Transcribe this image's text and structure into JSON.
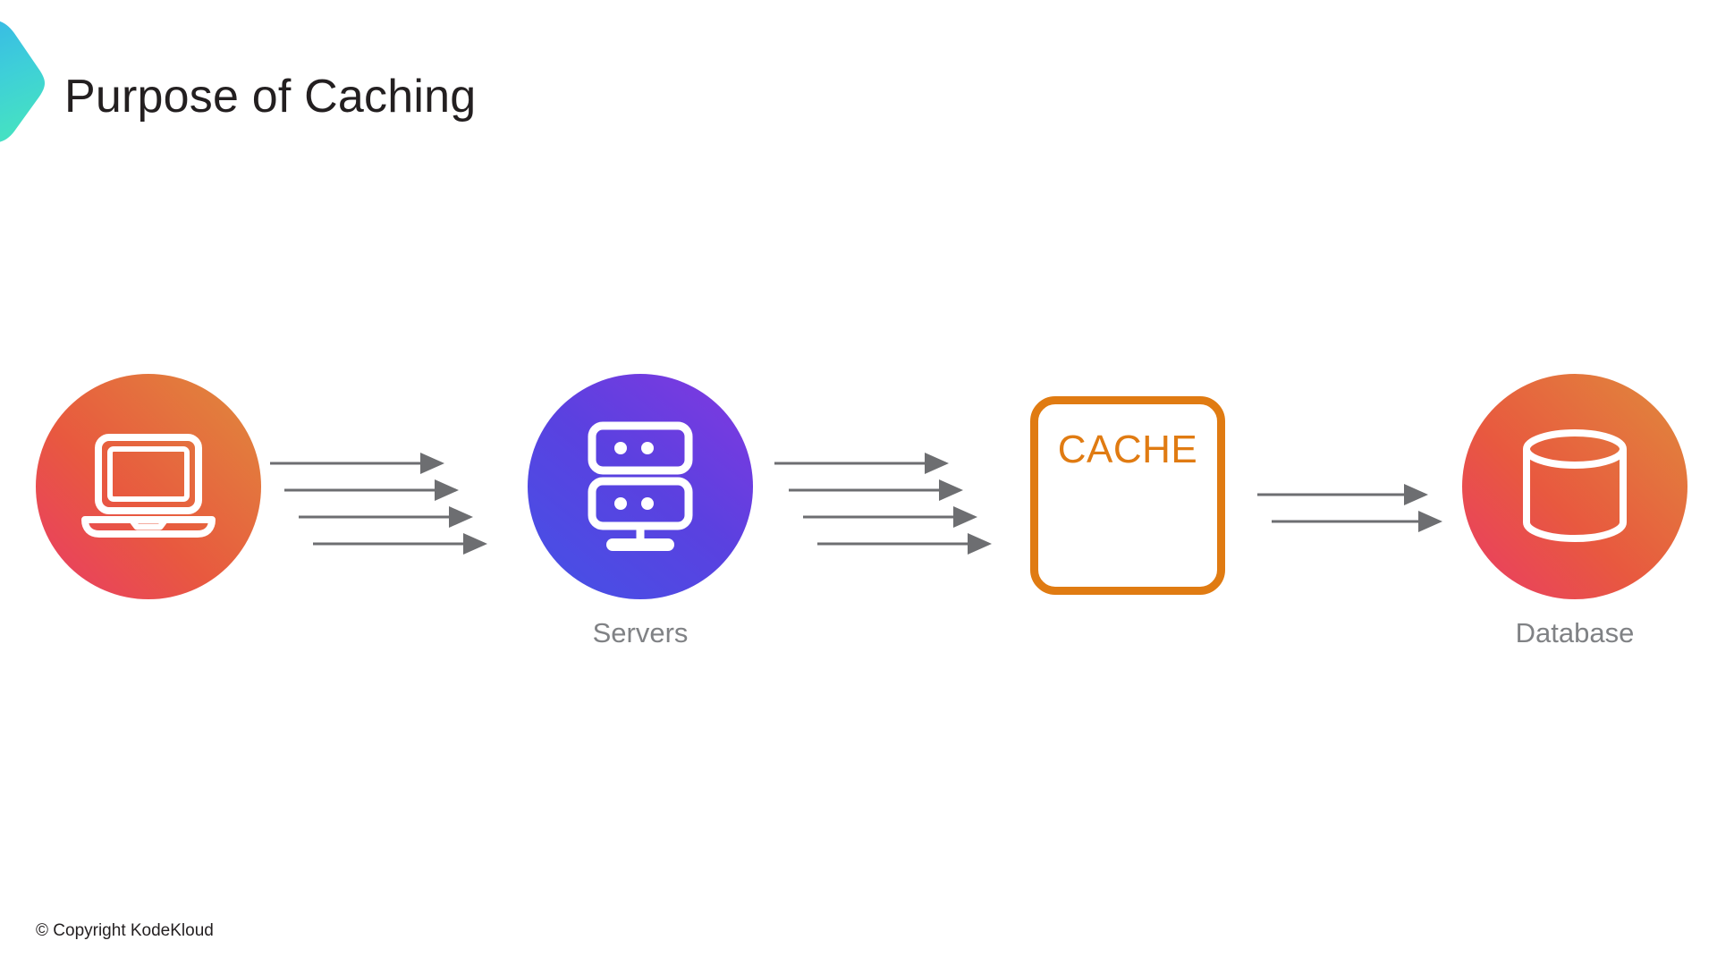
{
  "slide": {
    "title": "Purpose of Caching",
    "background_color": "#ffffff",
    "title_color": "#231f20",
    "logo_icon": "chevron-right-logo",
    "logo_gradient": [
      "#3ec4e8",
      "#3fdec9"
    ]
  },
  "footer": {
    "copyright": "© Copyright KodeKloud"
  },
  "diagram": {
    "type": "flow",
    "nodes": [
      {
        "id": "client",
        "icon": "laptop-icon",
        "label": "",
        "shape": "circle",
        "gradient": [
          "#ea3b66",
          "#e08a3c"
        ]
      },
      {
        "id": "servers",
        "icon": "server-rack-icon",
        "label": "Servers",
        "shape": "circle",
        "gradient": [
          "#4452e6",
          "#8238e0"
        ]
      },
      {
        "id": "cache",
        "icon": "cache-box-icon",
        "label": "CACHE",
        "shape": "rounded-square",
        "border_color": "#e07b12"
      },
      {
        "id": "database",
        "icon": "database-cylinder-icon",
        "label": "Database",
        "shape": "circle",
        "gradient": [
          "#ea3b66",
          "#e08a3c"
        ]
      }
    ],
    "connections": [
      {
        "id": "client-to-servers",
        "from": "client",
        "to": "servers",
        "arrow_count": 4,
        "color": "#6d6e71"
      },
      {
        "id": "servers-to-cache",
        "from": "servers",
        "to": "cache",
        "arrow_count": 4,
        "color": "#6d6e71"
      },
      {
        "id": "cache-to-database",
        "from": "cache",
        "to": "database",
        "arrow_count": 2,
        "color": "#6d6e71"
      }
    ],
    "label_color": "#808285"
  }
}
